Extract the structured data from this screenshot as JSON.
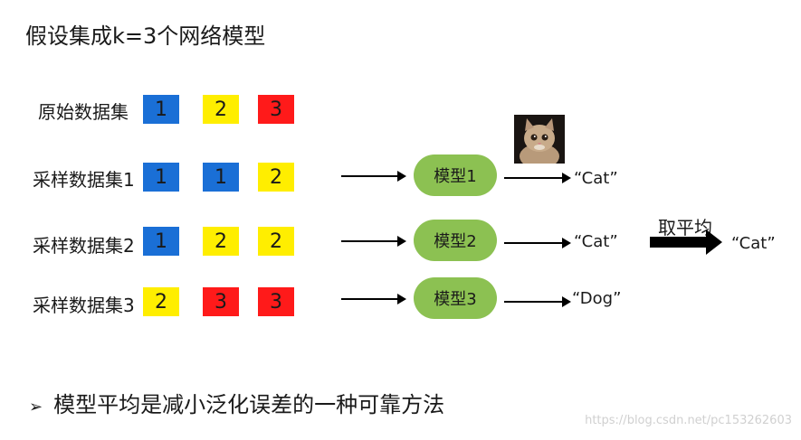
{
  "title": "假设集成k=3个网络模型",
  "rows": [
    {
      "label": "原始数据集",
      "boxes": [
        {
          "text": "1",
          "color": "#1a6fd6"
        },
        {
          "text": "2",
          "color": "#ffee00"
        },
        {
          "text": "3",
          "color": "#ff1a1a"
        }
      ]
    },
    {
      "label": "采样数据集1",
      "boxes": [
        {
          "text": "1",
          "color": "#1a6fd6"
        },
        {
          "text": "1",
          "color": "#1a6fd6"
        },
        {
          "text": "2",
          "color": "#ffee00"
        }
      ],
      "model": "模型1",
      "result": "“Cat”"
    },
    {
      "label": "采样数据集2",
      "boxes": [
        {
          "text": "1",
          "color": "#1a6fd6"
        },
        {
          "text": "2",
          "color": "#ffee00"
        },
        {
          "text": "2",
          "color": "#ffee00"
        }
      ],
      "model": "模型2",
      "result": "“Cat”"
    },
    {
      "label": "采样数据集3",
      "boxes": [
        {
          "text": "2",
          "color": "#ffee00"
        },
        {
          "text": "3",
          "color": "#ff1a1a"
        },
        {
          "text": "3",
          "color": "#ff1a1a"
        }
      ],
      "model": "模型3",
      "result": "“Dog”"
    }
  ],
  "average_label": "取平均",
  "final_result": "“Cat”",
  "bullet_mark": "➢",
  "bullet_text": "模型平均是减小泛化误差的一种可靠方法",
  "watermark": "https://blog.csdn.net/pc153262603",
  "model_color": "#8cc152"
}
